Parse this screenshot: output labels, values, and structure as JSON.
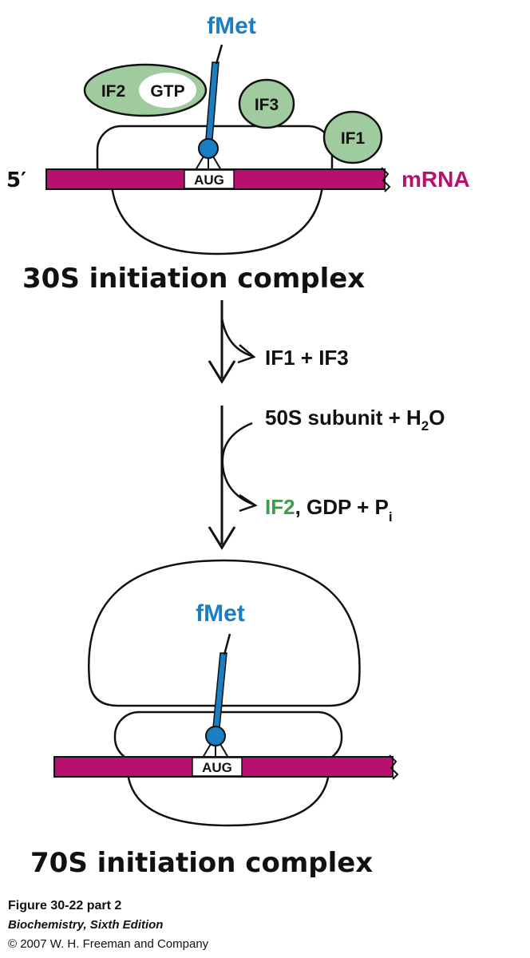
{
  "colors": {
    "fmet_blue": "#1b7dc2",
    "mrna_magenta": "#b8106e",
    "factor_green": "#6aa86a",
    "factor_fill": "#9fcb9f",
    "ink": "#111111"
  },
  "top": {
    "fmet": "fMet",
    "if2": "IF2",
    "gtp": "GTP",
    "if3": "IF3",
    "if1": "IF1",
    "five_prime": "5′",
    "codon": "AUG",
    "mrna": "mRNA",
    "complex_label": "30S initiation complex"
  },
  "steps": {
    "release_1": "IF1 + IF3",
    "input_2_main": "50S subunit + H",
    "input_2_sub": "2",
    "input_2_end": "O",
    "release_2_if2": "IF2",
    "release_2_rest": ", GDP + P",
    "release_2_sub": "i"
  },
  "bottom": {
    "fmet": "fMet",
    "codon": "AUG",
    "complex_label": "70S initiation complex"
  },
  "caption": {
    "figure": "Figure 30-22 part 2",
    "book": "Biochemistry, Sixth Edition",
    "copyright": "© 2007 W. H. Freeman and Company"
  }
}
